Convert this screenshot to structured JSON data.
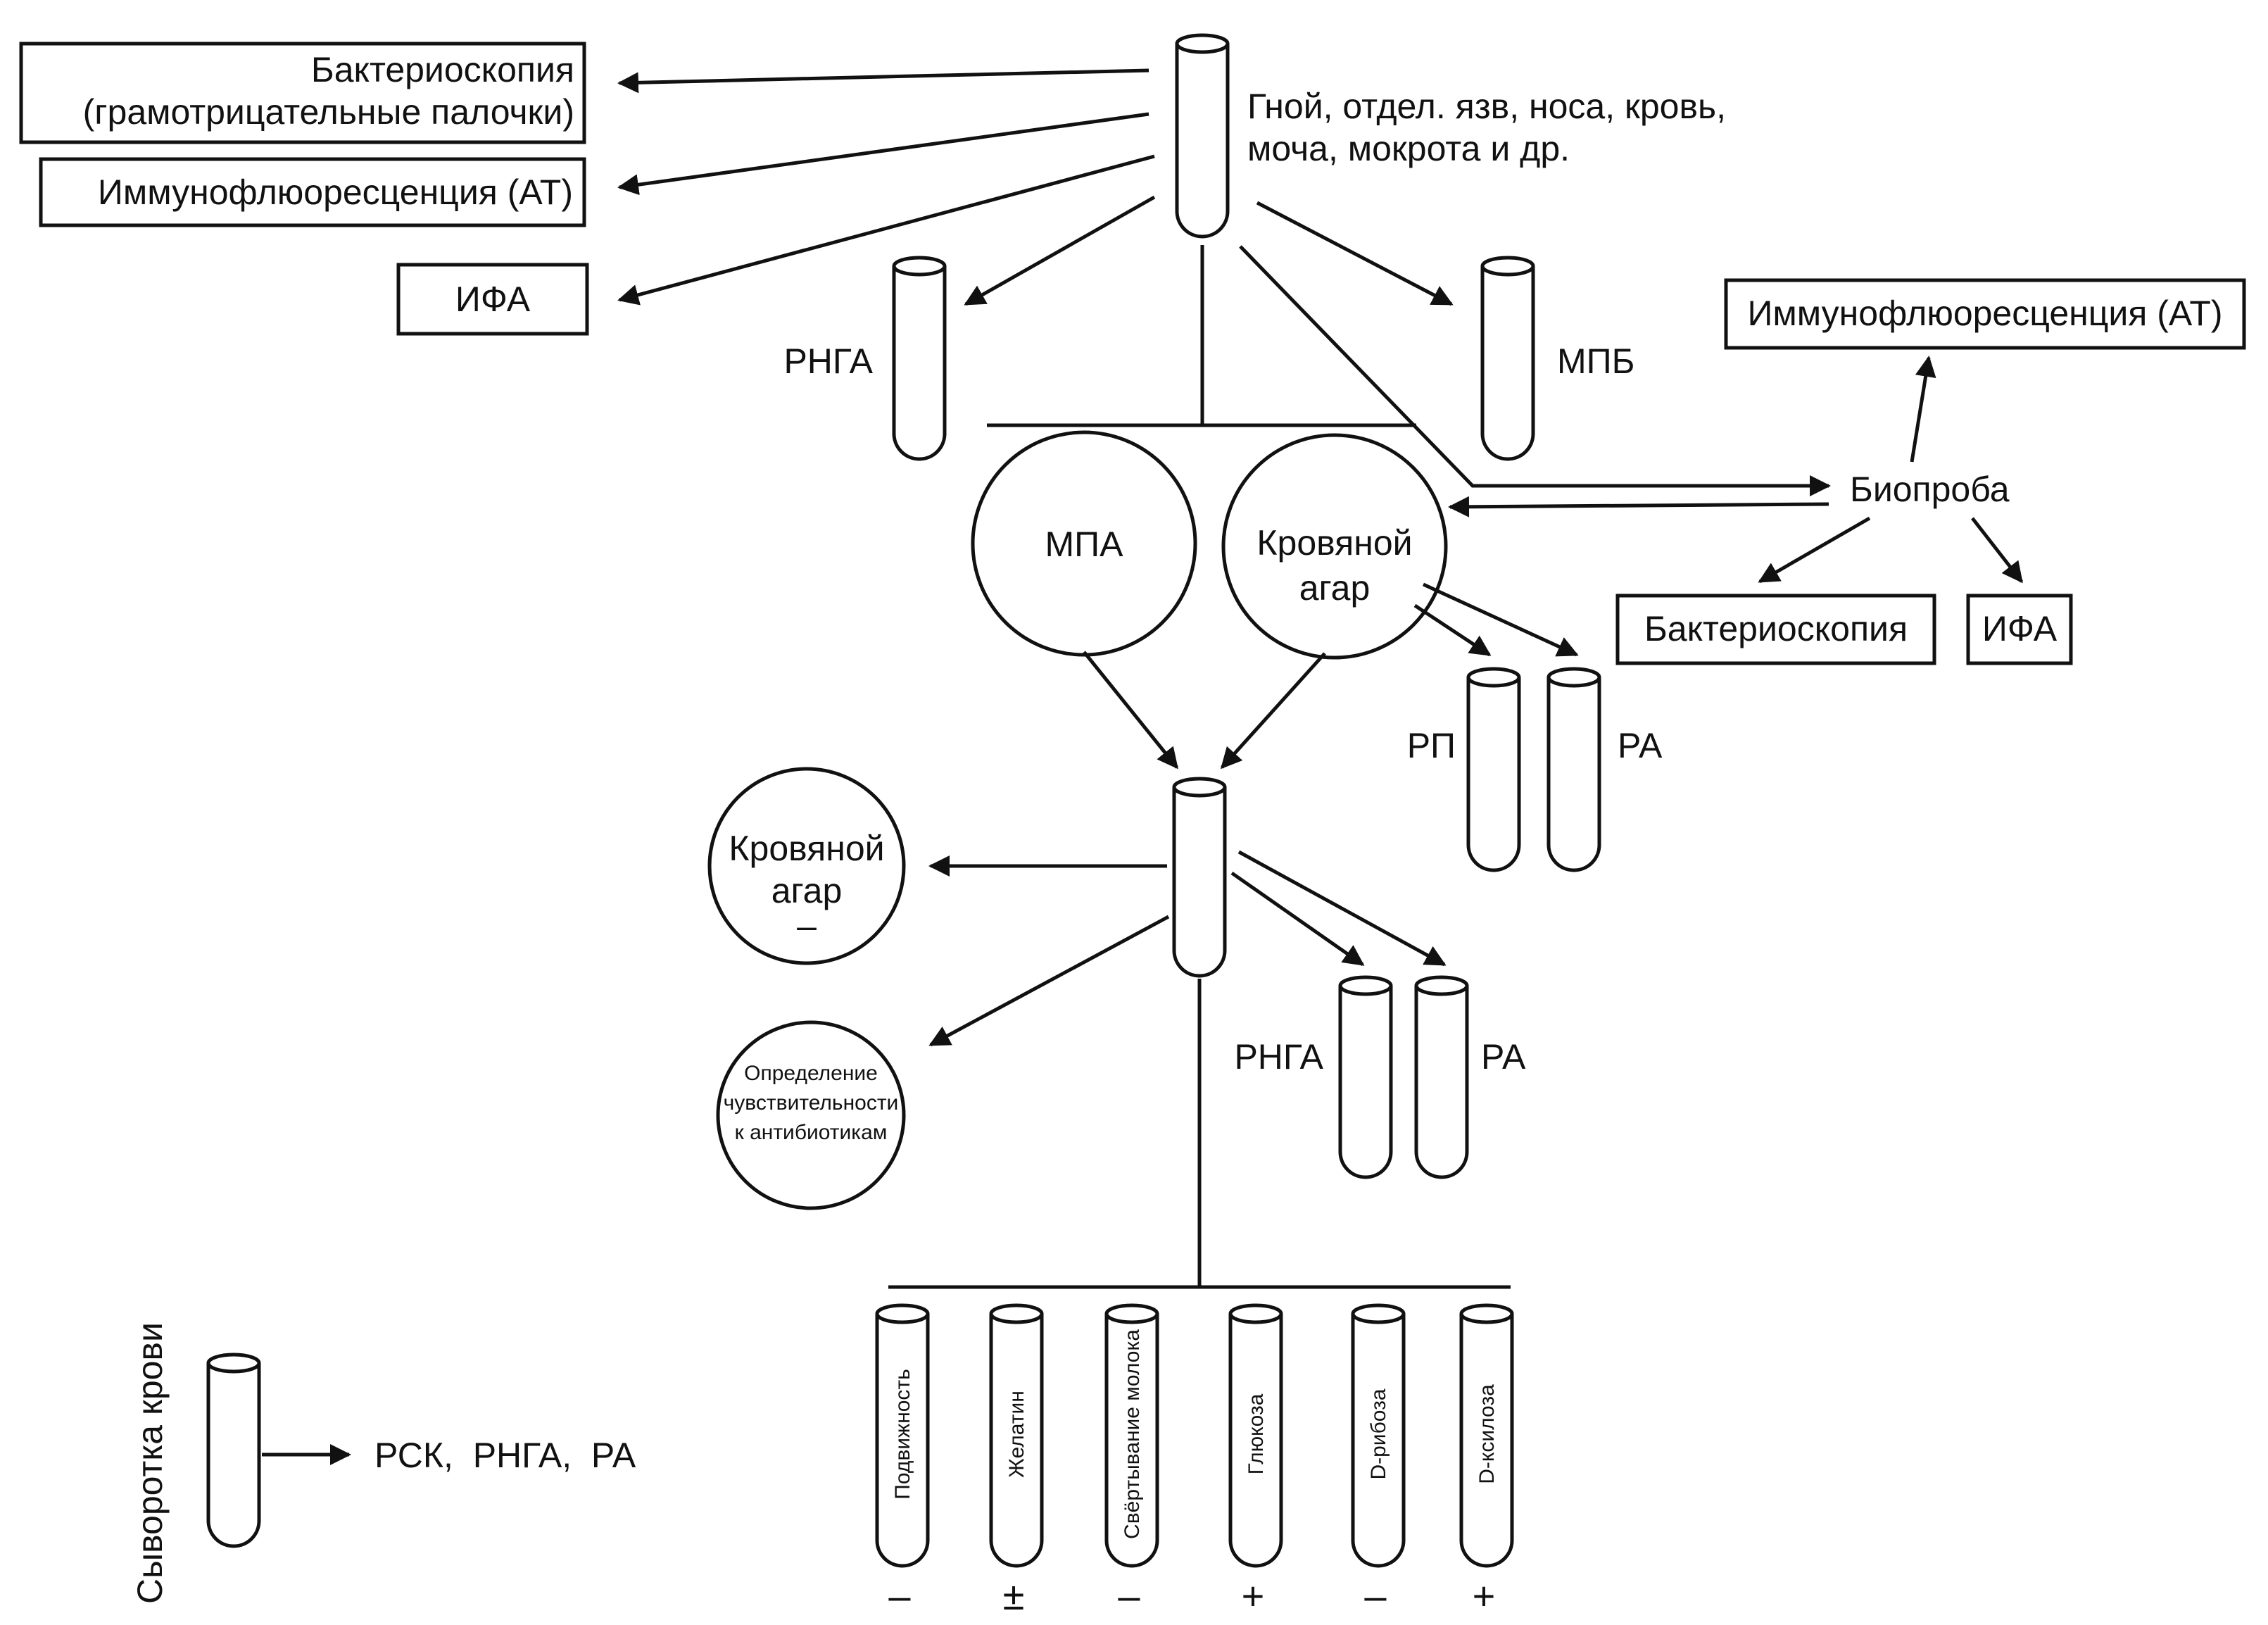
{
  "source": {
    "text_line1": "Гной, отдел. язв, носа, кровь,",
    "text_line2": "моча, мокрота и др."
  },
  "left_boxes": {
    "bacterioscopy_line1": "Бактериоскопия",
    "bacterioscopy_line2": "(грамотрицательные палочки)",
    "immunofluorescence": "Иммунофлюоресценция (АТ)",
    "ifa": "ИФА"
  },
  "tubes_top": {
    "rnga": "РНГА",
    "mpb": "МПБ"
  },
  "plates": {
    "mpa": "МПА",
    "blood_agar_line1": "Кровяной",
    "blood_agar_line2": "агар"
  },
  "bioprobe": {
    "label": "Биопроба",
    "immunofluorescence": "Иммунофлюоресценция (АТ)",
    "bacterioscopy": "Бактериоскопия",
    "ifa": "ИФА"
  },
  "blood_agar_tests": {
    "rp": "РП",
    "ra": "РА"
  },
  "pure_culture": {
    "blood_agar_line1": "Кровяной",
    "blood_agar_line2": "агар",
    "blood_agar_sign": "–",
    "sensitivity_line1": "Определение",
    "sensitivity_line2": "чувствительности",
    "sensitivity_line3": "к антибиотикам",
    "rnga": "РНГА",
    "ra": "РА"
  },
  "biochem_tubes": [
    {
      "label": "Подвижность",
      "sign": "–"
    },
    {
      "label": "Желатин",
      "sign": "±"
    },
    {
      "label": "Свёртывание молока",
      "sign": "–"
    },
    {
      "label": "Глюкоза",
      "sign": "+"
    },
    {
      "label": "D-рибоза",
      "sign": "–"
    },
    {
      "label": "D-ксилоза",
      "sign": "+"
    }
  ],
  "serum": {
    "label": "Сыворотка крови",
    "tests": "РСК,  РНГА,  РА"
  },
  "colors": {
    "ink": "#111111",
    "background": "#ffffff"
  }
}
